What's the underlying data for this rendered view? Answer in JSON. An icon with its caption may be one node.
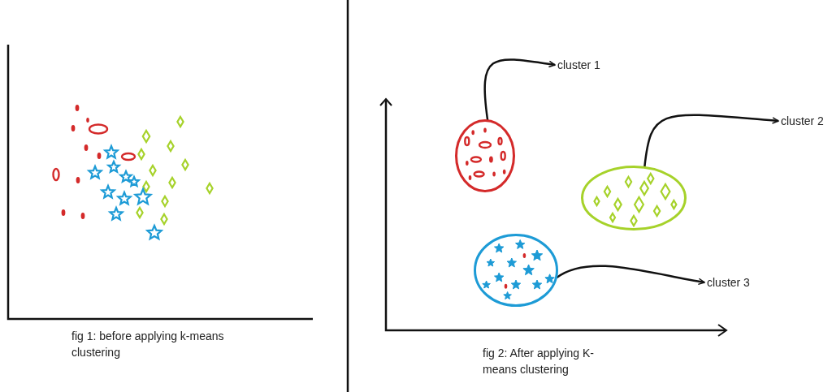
{
  "diagram": {
    "nodes": [
      {
        "text": [],
        "shape": "circle"
      },
      {
        "text": [
          "cluster 1"
        ]
      },
      {
        "text": [],
        "shape": "circle"
      },
      {
        "text": [
          "cluster 2"
        ]
      },
      {
        "text": [],
        "shape": "circle"
      },
      {
        "text": [
          "cluster 3"
        ]
      }
    ],
    "edges": [
      {
        "from": 0,
        "to": 1,
        "arrow": "to"
      },
      {
        "from": 2,
        "to": 3,
        "arrow": "to"
      },
      {
        "from": 4,
        "to": 5,
        "arrow": "to"
      }
    ],
    "labels": [
      "fig 1: before applying k-means clustering",
      "fig 2:  After applying K-means clustering"
    ]
  }
}
